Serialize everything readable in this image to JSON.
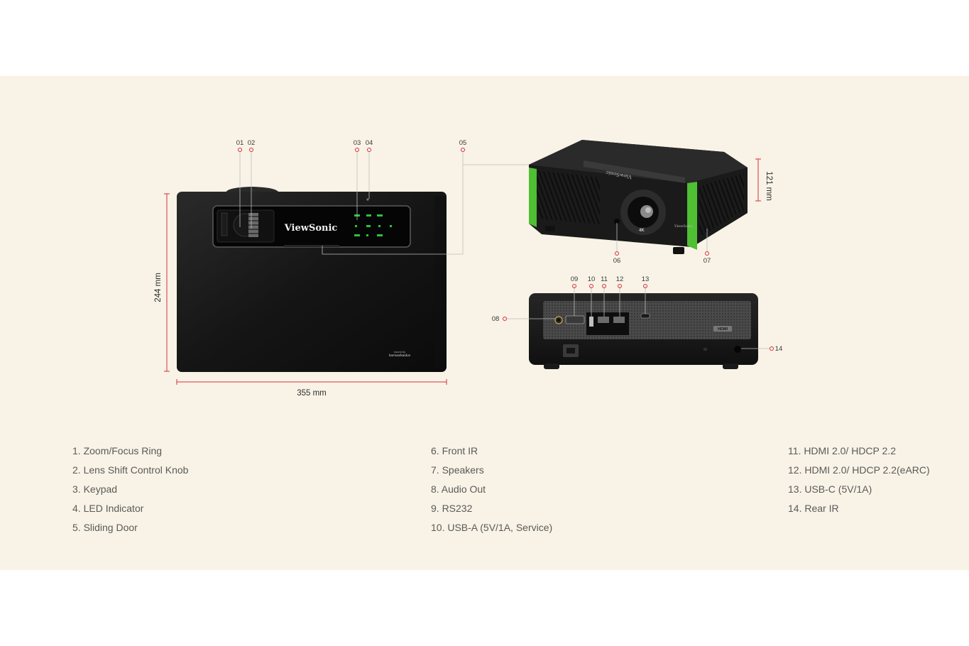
{
  "diagram": {
    "callouts": [
      "01",
      "02",
      "03",
      "04",
      "05",
      "06",
      "07",
      "08",
      "09",
      "10",
      "11",
      "12",
      "13",
      "14"
    ],
    "dimensions": {
      "width": "355 mm",
      "depth": "244 mm",
      "height": "121 mm"
    },
    "brand": "ViewSonic",
    "audio_logo": [
      "sound by",
      "harman/kardon"
    ],
    "rear_port_label": "HDMI",
    "lens_badge": "4K",
    "accent_color": "#d62f3c",
    "projector_green": "#4fbf33"
  },
  "legend": {
    "col1": [
      "1. Zoom/Focus Ring",
      "2. Lens Shift Control Knob",
      "3. Keypad",
      "4. LED Indicator",
      "5. Sliding Door"
    ],
    "col2": [
      "6. Front IR",
      "7. Speakers",
      "8. Audio Out",
      "9. RS232",
      "10. USB-A (5V/1A, Service)"
    ],
    "col3": [
      "11. HDMI 2.0/ HDCP 2.2",
      "12. HDMI 2.0/ HDCP 2.2(eARC)",
      "13. USB-C (5V/1A)",
      "14. Rear IR"
    ]
  }
}
